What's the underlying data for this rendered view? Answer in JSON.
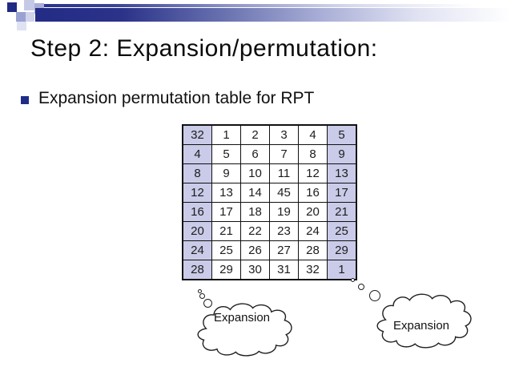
{
  "title": "Step 2: Expansion/permutation:",
  "bullet": "Expansion permutation table for RPT",
  "table": {
    "rows": [
      [
        "32",
        "1",
        "2",
        "3",
        "4",
        "5"
      ],
      [
        "4",
        "5",
        "6",
        "7",
        "8",
        "9"
      ],
      [
        "8",
        "9",
        "10",
        "11",
        "12",
        "13"
      ],
      [
        "12",
        "13",
        "14",
        "45",
        "16",
        "17"
      ],
      [
        "16",
        "17",
        "18",
        "19",
        "20",
        "21"
      ],
      [
        "20",
        "21",
        "22",
        "23",
        "24",
        "25"
      ],
      [
        "24",
        "25",
        "26",
        "27",
        "28",
        "29"
      ],
      [
        "28",
        "29",
        "30",
        "31",
        "32",
        "1"
      ]
    ]
  },
  "clouds": {
    "left_label": "Expansion",
    "right_label": "Expansion"
  },
  "colors": {
    "accent_navy": "#1f2d87",
    "table_shaded_cell": "#cacbe8",
    "header_gradient_start": "#232c86",
    "text": "#0b0b0b"
  }
}
